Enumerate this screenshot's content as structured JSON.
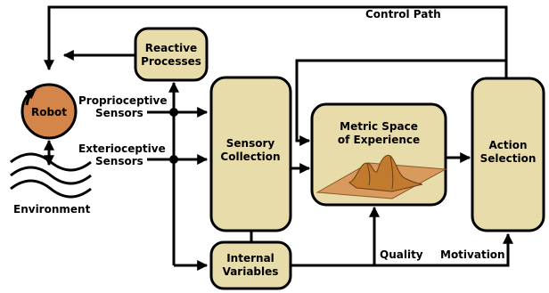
{
  "diagram": {
    "control_path": "Control Path",
    "reactive": [
      "Reactive",
      "Processes"
    ],
    "robot": "Robot",
    "proprioceptive": [
      "Proprioceptive",
      "Sensors"
    ],
    "exterioceptive": [
      "Exterioceptive",
      "Sensors"
    ],
    "environment": "Environment",
    "sensory": [
      "Sensory",
      "Collection"
    ],
    "metric": [
      "Metric Space",
      "of Experience"
    ],
    "action": [
      "Action",
      "Selection"
    ],
    "internal": [
      "Internal",
      "Variables"
    ],
    "quality": "Quality",
    "motivation": "Motivation"
  },
  "colors": {
    "box_fill": "#e8dcaa",
    "robot_fill": "#d4864a",
    "plane_fill": "#d99a5e",
    "peak_fill": "#c27a2f"
  }
}
